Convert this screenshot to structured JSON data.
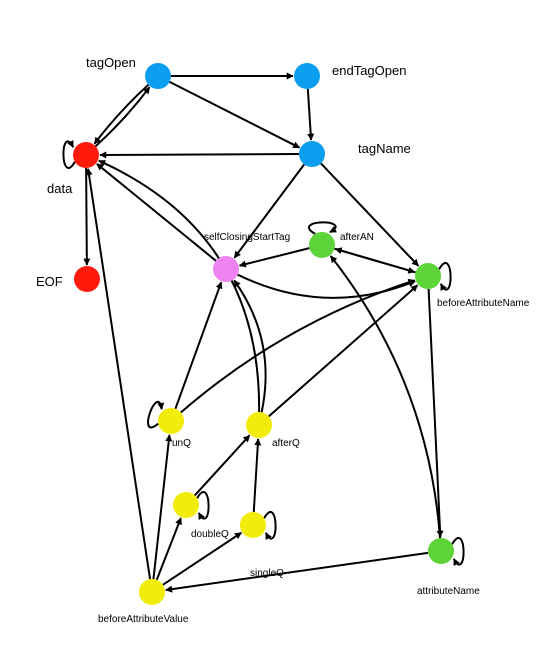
{
  "colors": {
    "blue": "#0b9df0",
    "red": "#ff1b0c",
    "green": "#5fd33a",
    "pink": "#ee82ee",
    "yellow": "#f2ec0a"
  },
  "nodes": {
    "tagOpen": {
      "label": "tagOpen",
      "color": "blue"
    },
    "endTagOpen": {
      "label": "endTagOpen",
      "color": "blue"
    },
    "tagName": {
      "label": "tagName",
      "color": "blue"
    },
    "data": {
      "label": "data",
      "color": "red"
    },
    "EOF": {
      "label": "EOF",
      "color": "red"
    },
    "selfClosingStartTag": {
      "label": "selfClosingStartTag",
      "color": "pink"
    },
    "afterAN": {
      "label": "afterAN",
      "color": "green"
    },
    "beforeAttributeName": {
      "label": "beforeAttributeName",
      "color": "green"
    },
    "attributeName": {
      "label": "attributeName",
      "color": "green"
    },
    "unQ": {
      "label": "unQ",
      "color": "yellow"
    },
    "afterQ": {
      "label": "afterQ",
      "color": "yellow"
    },
    "doubleQ": {
      "label": "doubleQ",
      "color": "yellow"
    },
    "singleQ": {
      "label": "singleQ",
      "color": "yellow"
    },
    "beforeAttributeValue": {
      "label": "beforeAttributeValue",
      "color": "yellow"
    }
  },
  "edges": [
    {
      "from": "data",
      "to": "tagOpen"
    },
    {
      "from": "tagOpen",
      "to": "data"
    },
    {
      "from": "tagOpen",
      "to": "endTagOpen"
    },
    {
      "from": "tagOpen",
      "to": "tagName"
    },
    {
      "from": "endTagOpen",
      "to": "tagName"
    },
    {
      "from": "tagName",
      "to": "data"
    },
    {
      "from": "tagName",
      "to": "selfClosingStartTag"
    },
    {
      "from": "tagName",
      "to": "beforeAttributeName"
    },
    {
      "from": "data",
      "to": "EOF"
    },
    {
      "from": "data",
      "to": "data"
    },
    {
      "from": "selfClosingStartTag",
      "to": "data"
    },
    {
      "from": "selfClosingStartTag",
      "to": "beforeAttributeName"
    },
    {
      "from": "afterAN",
      "to": "selfClosingStartTag"
    },
    {
      "from": "afterAN",
      "to": "afterAN"
    },
    {
      "from": "afterAN",
      "to": "beforeAttributeName"
    },
    {
      "from": "beforeAttributeName",
      "to": "afterAN"
    },
    {
      "from": "beforeAttributeName",
      "to": "beforeAttributeName"
    },
    {
      "from": "beforeAttributeName",
      "to": "attributeName"
    },
    {
      "from": "attributeName",
      "to": "attributeName"
    },
    {
      "from": "attributeName",
      "to": "afterAN"
    },
    {
      "from": "attributeName",
      "to": "beforeAttributeValue"
    },
    {
      "from": "unQ",
      "to": "unQ"
    },
    {
      "from": "unQ",
      "to": "selfClosingStartTag"
    },
    {
      "from": "unQ",
      "to": "beforeAttributeName"
    },
    {
      "from": "afterQ",
      "to": "data"
    },
    {
      "from": "afterQ",
      "to": "selfClosingStartTag"
    },
    {
      "from": "afterQ",
      "to": "beforeAttributeName"
    },
    {
      "from": "doubleQ",
      "to": "doubleQ"
    },
    {
      "from": "doubleQ",
      "to": "afterQ"
    },
    {
      "from": "singleQ",
      "to": "singleQ"
    },
    {
      "from": "singleQ",
      "to": "afterQ"
    },
    {
      "from": "beforeAttributeValue",
      "to": "data"
    },
    {
      "from": "beforeAttributeValue",
      "to": "unQ"
    },
    {
      "from": "beforeAttributeValue",
      "to": "doubleQ"
    },
    {
      "from": "beforeAttributeValue",
      "to": "singleQ"
    }
  ]
}
